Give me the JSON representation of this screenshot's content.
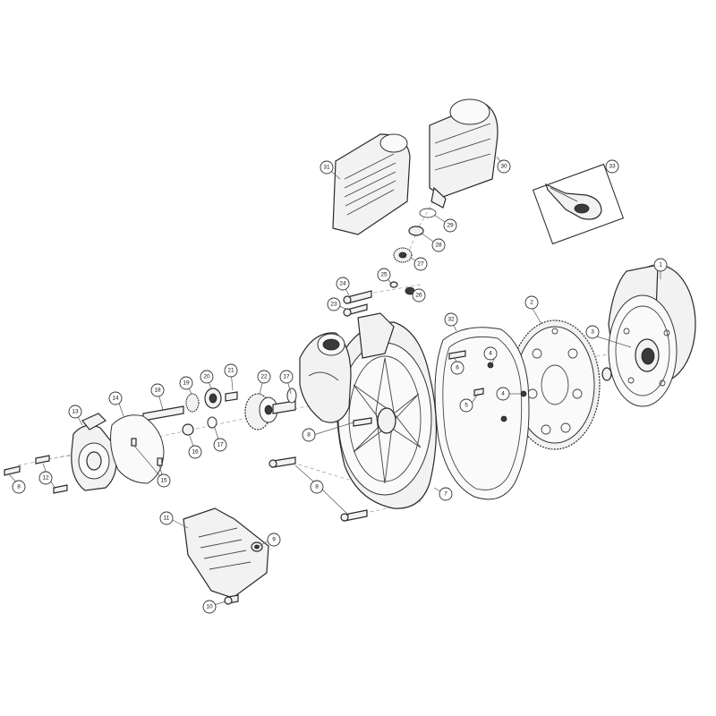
{
  "callouts": [
    {
      "id": "1",
      "label": "1"
    },
    {
      "id": "2",
      "label": "2"
    },
    {
      "id": "3",
      "label": "3"
    },
    {
      "id": "4a",
      "label": "4"
    },
    {
      "id": "4b",
      "label": "4"
    },
    {
      "id": "5",
      "label": "5"
    },
    {
      "id": "6",
      "label": "6"
    },
    {
      "id": "7",
      "label": "7"
    },
    {
      "id": "8a",
      "label": "8"
    },
    {
      "id": "8b",
      "label": "8"
    },
    {
      "id": "8c",
      "label": "8"
    },
    {
      "id": "9",
      "label": "9"
    },
    {
      "id": "10",
      "label": "10"
    },
    {
      "id": "11",
      "label": "11"
    },
    {
      "id": "12",
      "label": "12"
    },
    {
      "id": "13",
      "label": "13"
    },
    {
      "id": "14",
      "label": "14"
    },
    {
      "id": "15",
      "label": "15"
    },
    {
      "id": "16",
      "label": "16"
    },
    {
      "id": "17a",
      "label": "17"
    },
    {
      "id": "17b",
      "label": "17"
    },
    {
      "id": "18",
      "label": "18"
    },
    {
      "id": "19",
      "label": "19"
    },
    {
      "id": "20",
      "label": "20"
    },
    {
      "id": "21",
      "label": "21"
    },
    {
      "id": "22",
      "label": "22"
    },
    {
      "id": "23",
      "label": "23"
    },
    {
      "id": "24",
      "label": "24"
    },
    {
      "id": "25",
      "label": "25"
    },
    {
      "id": "26",
      "label": "26"
    },
    {
      "id": "27",
      "label": "27"
    },
    {
      "id": "28",
      "label": "28"
    },
    {
      "id": "29",
      "label": "29"
    },
    {
      "id": "30",
      "label": "30"
    },
    {
      "id": "31",
      "label": "31"
    },
    {
      "id": "32",
      "label": "32"
    },
    {
      "id": "33",
      "label": "33"
    }
  ]
}
